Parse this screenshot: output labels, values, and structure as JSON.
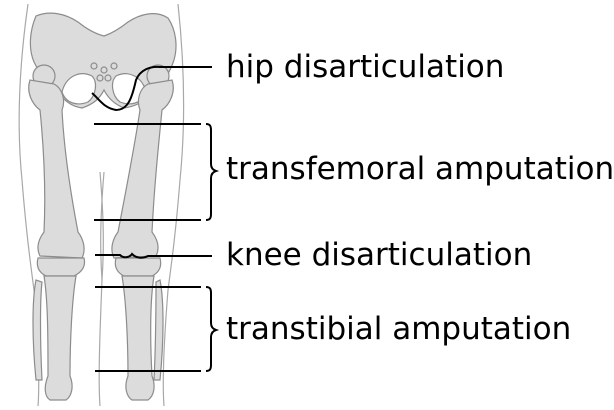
{
  "labels": {
    "hip": "hip disarticulation",
    "transfemoral": "transfemoral amputation",
    "knee": "knee disarticulation",
    "transtibial": "transtibial amputation"
  },
  "colors": {
    "bone_fill": "#dcdcdc",
    "bone_stroke": "#8c8c8c",
    "outline_stroke": "#9a9a9a",
    "line": "#000000"
  }
}
